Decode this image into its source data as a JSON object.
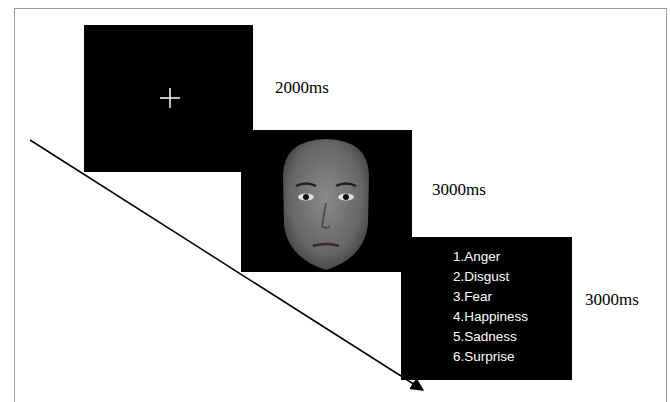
{
  "diagram": {
    "nodes": [
      {
        "text": [
          "2000ms"
        ]
      },
      {
        "text": [
          "3000ms"
        ]
      },
      {
        "text": [
          "3000ms",
          "1.Anger",
          "2.Disgust",
          "3.Fear",
          "4.Happiness",
          "5.Sadness",
          "6.Surprise"
        ]
      }
    ]
  }
}
